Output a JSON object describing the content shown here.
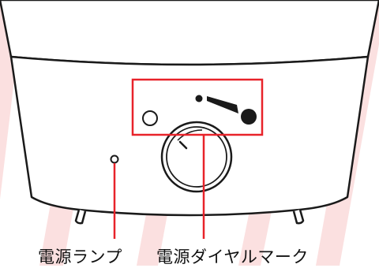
{
  "labels": {
    "power_lamp": "電源ランプ",
    "power_dial_mark": "電源ダイヤルマーク"
  },
  "colors": {
    "highlight": "#e8232a",
    "outline": "#1a1a1a",
    "background_stripes": "#f9d6d6"
  },
  "icons": {
    "off_symbol": "hollow-circle",
    "power_range_symbol": "small-dot-to-large-dot-ramp"
  }
}
